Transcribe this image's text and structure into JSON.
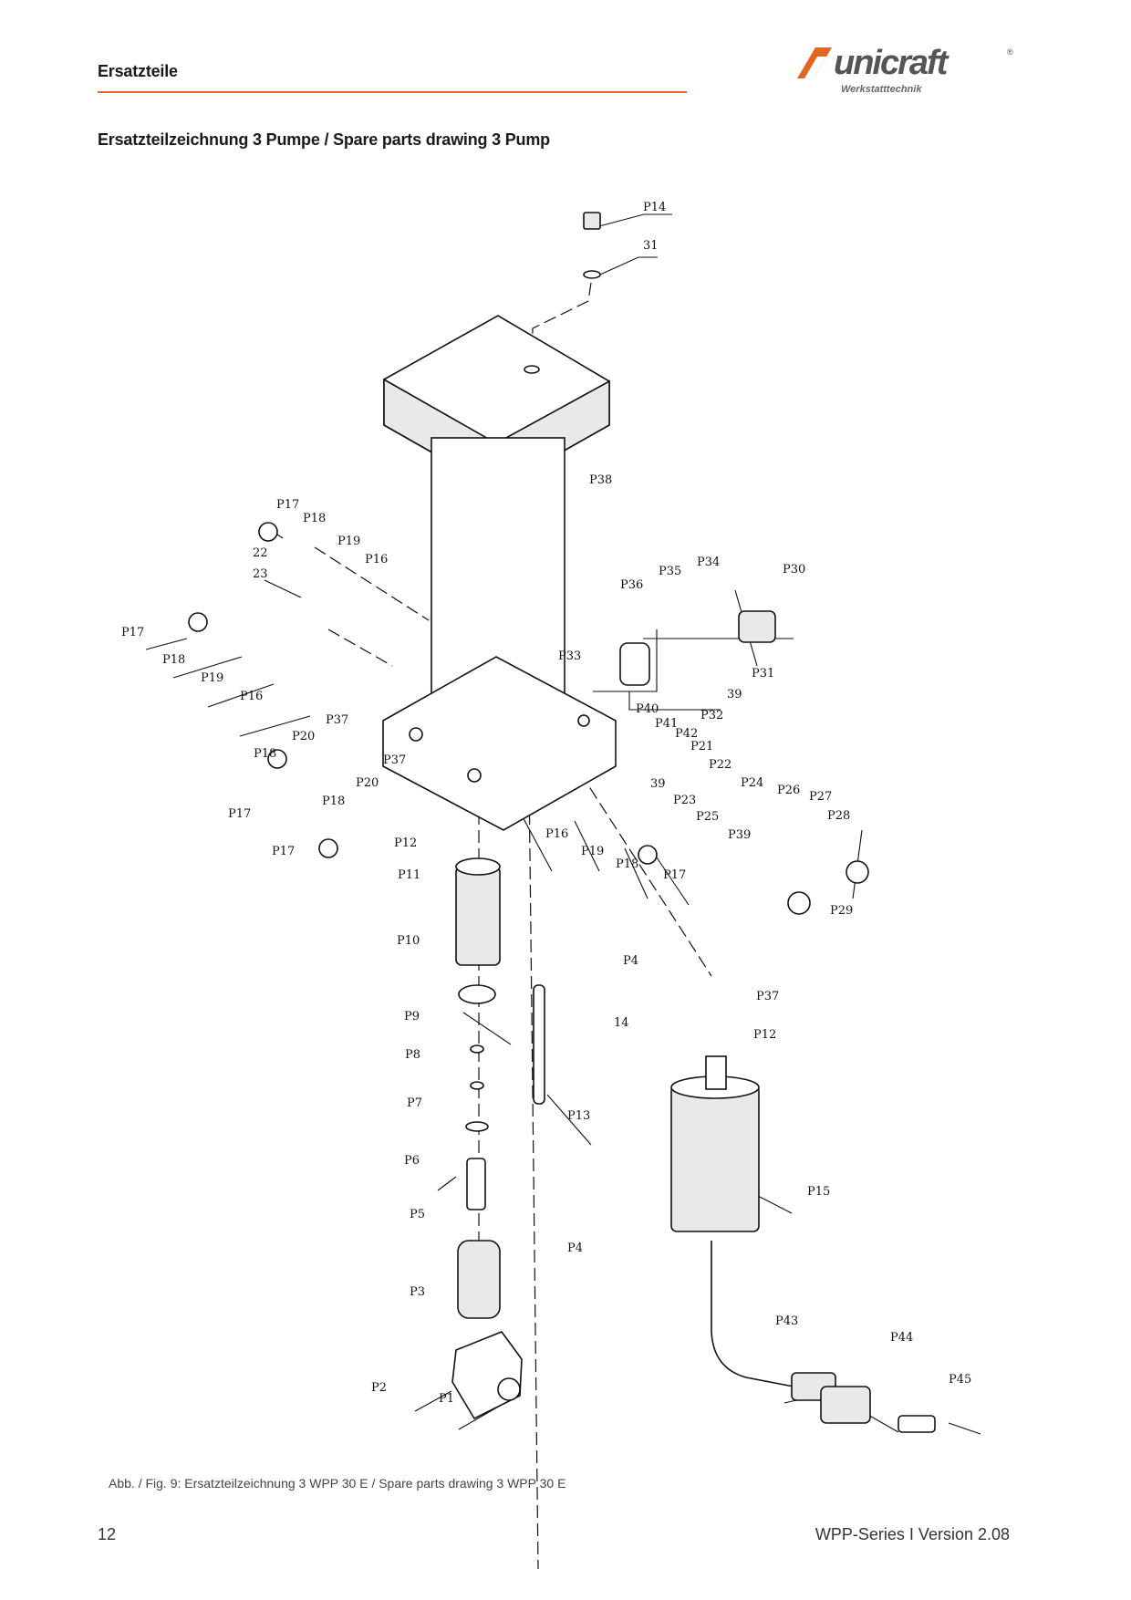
{
  "header": {
    "section_title": "Ersatzteile",
    "brand": "unicraft",
    "brand_reg": "®",
    "brand_tagline": "Werkstatttechnik",
    "accent_color": "#e2661d"
  },
  "drawing": {
    "title": "Ersatzteilzeichnung 3  Pumpe  /  Spare parts drawing 3  Pump",
    "labels": [
      "P14",
      "31",
      "P38",
      "P17",
      "P18",
      "P19",
      "P16",
      "22",
      "23",
      "P17",
      "P18",
      "P19",
      "P16",
      "P36",
      "P35",
      "P34",
      "P30",
      "P31",
      "39",
      "P32",
      "P33",
      "P40",
      "P41",
      "P42",
      "P21",
      "P22",
      "P24",
      "P26",
      "P27",
      "P28",
      "39",
      "P23",
      "P25",
      "P39",
      "P29",
      "P37",
      "P20",
      "P18",
      "P37",
      "P20",
      "P17",
      "P18",
      "P17",
      "P12",
      "P11",
      "P16",
      "P19",
      "P18",
      "P17",
      "P10",
      "P4",
      "14",
      "P37",
      "P12",
      "P9",
      "P8",
      "P7",
      "P13",
      "P6",
      "P5",
      "P15",
      "P4",
      "P3",
      "P43",
      "P44",
      "P45",
      "P2",
      "P1"
    ]
  },
  "footer": {
    "caption": "Abb. / Fig. 9: Ersatzteilzeichnung 3 WPP 30 E / Spare parts drawing 3 WPP 30 E",
    "page_number": "12",
    "doc_version": "WPP-Series I Version 2.08"
  }
}
